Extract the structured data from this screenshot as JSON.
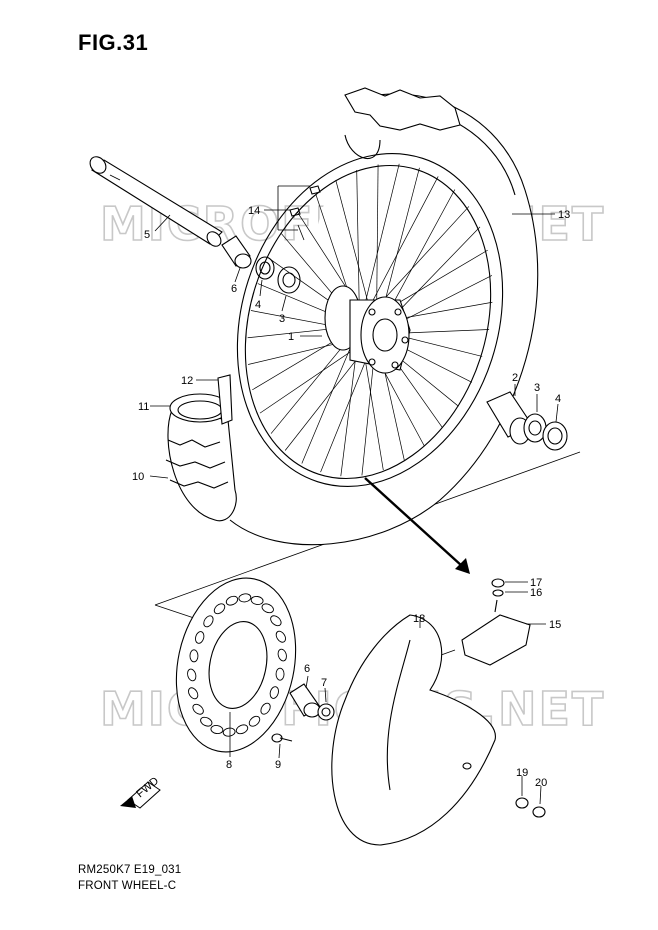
{
  "figure_title": "FIG.31",
  "footer": {
    "model_code": "RM250K7 E19_031",
    "diagram_name": "FRONT WHEEL-C"
  },
  "watermark": "MICROFICHES.NET",
  "direction_marker": "FWD",
  "callouts": [
    {
      "id": "c1",
      "label": "1"
    },
    {
      "id": "c2",
      "label": "2"
    },
    {
      "id": "c3a",
      "label": "3"
    },
    {
      "id": "c3b",
      "label": "3"
    },
    {
      "id": "c4a",
      "label": "4"
    },
    {
      "id": "c4b",
      "label": "4"
    },
    {
      "id": "c5",
      "label": "5"
    },
    {
      "id": "c6a",
      "label": "6"
    },
    {
      "id": "c6b",
      "label": "6"
    },
    {
      "id": "c7",
      "label": "7"
    },
    {
      "id": "c8",
      "label": "8"
    },
    {
      "id": "c9",
      "label": "9"
    },
    {
      "id": "c10",
      "label": "10"
    },
    {
      "id": "c11",
      "label": "11"
    },
    {
      "id": "c12",
      "label": "12"
    },
    {
      "id": "c13",
      "label": "13"
    },
    {
      "id": "c14",
      "label": "14"
    },
    {
      "id": "c15",
      "label": "15"
    },
    {
      "id": "c16",
      "label": "16"
    },
    {
      "id": "c17",
      "label": "17"
    },
    {
      "id": "c18",
      "label": "18"
    },
    {
      "id": "c19",
      "label": "19"
    },
    {
      "id": "c20",
      "label": "20"
    }
  ],
  "colors": {
    "line": "#000000",
    "watermark": "#c8c8c8",
    "background": "#ffffff"
  }
}
